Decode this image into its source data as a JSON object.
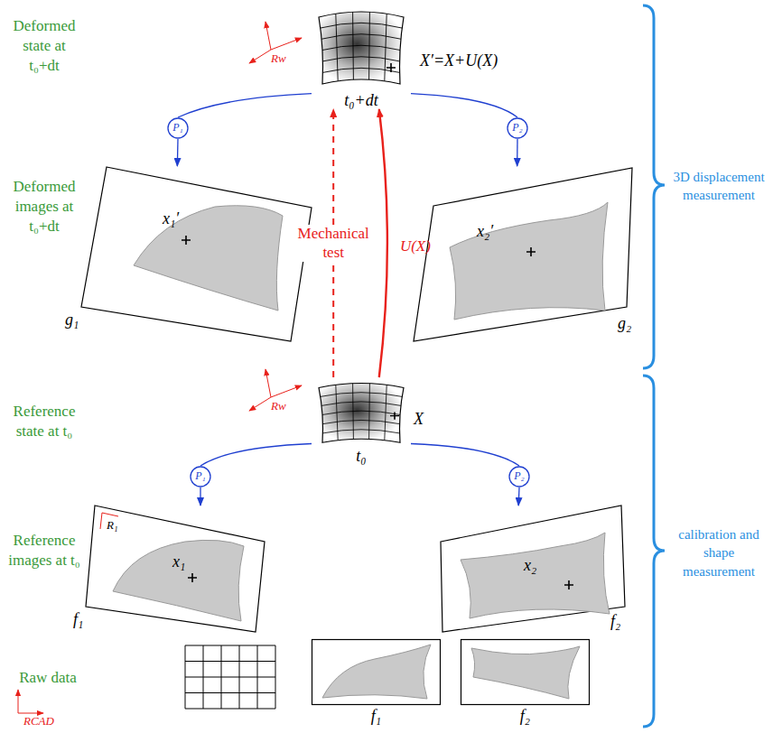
{
  "diagram": {
    "nodes": [
      {
        "text": [
          "X′=X+U(X)",
          "t₀+dt"
        ]
      },
      {
        "text": [
          "P₁"
        ]
      },
      {
        "text": [
          "P₂"
        ]
      },
      {
        "text": [
          "x₁′",
          "g₁"
        ]
      },
      {
        "text": [
          "x₂′",
          "g₂"
        ]
      },
      {
        "text": [
          "X",
          "t₀"
        ]
      },
      {
        "text": [
          "P₁"
        ]
      },
      {
        "text": [
          "P₂"
        ]
      },
      {
        "text": [
          "x₁",
          "f₁"
        ]
      },
      {
        "text": [
          "x₂",
          "f₂"
        ]
      },
      {
        "text": [
          "f₁"
        ]
      },
      {
        "text": [
          "f₂"
        ]
      }
    ],
    "edges": [
      {
        "from": 0,
        "to": 1,
        "arrow": "none"
      },
      {
        "from": 1,
        "to": 3,
        "arrow": "to"
      },
      {
        "from": 0,
        "to": 2,
        "arrow": "none"
      },
      {
        "from": 2,
        "to": 4,
        "arrow": "to"
      },
      {
        "from": 5,
        "to": 0,
        "arrow": "to",
        "label": "Mechanical test"
      },
      {
        "from": 5,
        "to": 0,
        "arrow": "to",
        "label": "U(X)"
      },
      {
        "from": 5,
        "to": 6,
        "arrow": "none"
      },
      {
        "from": 6,
        "to": 8,
        "arrow": "to"
      },
      {
        "from": 5,
        "to": 7,
        "arrow": "none"
      },
      {
        "from": 7,
        "to": 9,
        "arrow": "to"
      }
    ],
    "labels": [
      "Deformed state at t₀+dt",
      "Deformed images at t₀+dt",
      "Reference state at t₀",
      "Reference images at t₀",
      "Raw data",
      "3D displacement measurement",
      "calibration and shape measurement",
      "Rw",
      "Rw",
      "R₁",
      "RCAD"
    ]
  }
}
